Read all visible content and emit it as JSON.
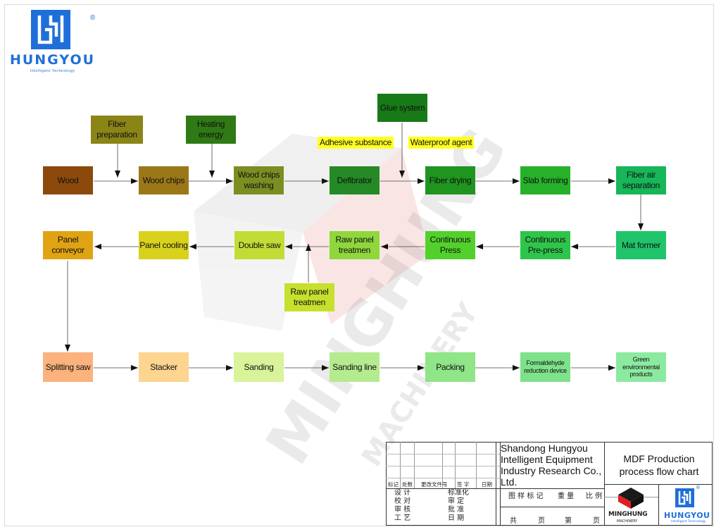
{
  "logo": {
    "word": "HUNGYOU",
    "tagline": "Intelligent Technology",
    "reg": "®"
  },
  "nodes": [
    {
      "id": "n-wood",
      "text": "Wood",
      "color": "#8B4A0C"
    },
    {
      "id": "n-fiber-prep",
      "text": "Fiber preparation",
      "color": "#8B8417"
    },
    {
      "id": "n-wood-chips",
      "text": "Wood chips",
      "color": "#9A7818"
    },
    {
      "id": "n-heating",
      "text": "Heating energy",
      "color": "#2F7A15"
    },
    {
      "id": "n-washing",
      "text": "Wood chips washing",
      "color": "#7A8E22"
    },
    {
      "id": "n-glue",
      "text": "Glue system",
      "color": "#177A17"
    },
    {
      "id": "n-adhesive",
      "text": "Adhesive substance",
      "color": "#ffff22"
    },
    {
      "id": "n-waterproof",
      "text": "Waterproof agent",
      "color": "#ffff22"
    },
    {
      "id": "n-defibrator",
      "text": "Defibrator",
      "color": "#258A25"
    },
    {
      "id": "n-fiber-drying",
      "text": "Fiber drying",
      "color": "#1F951F"
    },
    {
      "id": "n-slab",
      "text": "Slab forming",
      "color": "#27B02A"
    },
    {
      "id": "n-fiber-air",
      "text": "Fiber air separation",
      "color": "#17B659"
    },
    {
      "id": "n-mat-former",
      "text": "Mat former",
      "color": "#20C46A"
    },
    {
      "id": "n-cont-prepress",
      "text": "Continuous Pre-press",
      "color": "#2FC54A"
    },
    {
      "id": "n-cont-press",
      "text": "Continuous Press",
      "color": "#52D12C"
    },
    {
      "id": "n-raw-treat",
      "text": "Raw panel treatmen",
      "color": "#8FD73C"
    },
    {
      "id": "n-double-saw",
      "text": "Double saw",
      "color": "#C3DC35"
    },
    {
      "id": "n-raw-treat2",
      "text": "Raw panel treatmen",
      "color": "#C7E02E"
    },
    {
      "id": "n-panel-cooling",
      "text": "Panel cooling",
      "color": "#D9D21C"
    },
    {
      "id": "n-panel-conv",
      "text": "Panel conveyor",
      "color": "#E0A313"
    },
    {
      "id": "n-splitting",
      "text": "Splitting saw",
      "color": "#FBB27D"
    },
    {
      "id": "n-stacker",
      "text": "Stacker",
      "color": "#FDD490"
    },
    {
      "id": "n-sanding",
      "text": "Sanding",
      "color": "#D9F39A"
    },
    {
      "id": "n-sanding-line",
      "text": "Sanding line",
      "color": "#B5EB8F"
    },
    {
      "id": "n-packing",
      "text": "Packing",
      "color": "#8FE587"
    },
    {
      "id": "n-formaldehyde",
      "text": "Formaldehyde reduction device",
      "color": "#7EE28A"
    },
    {
      "id": "n-green",
      "text": "Green environmental products",
      "color": "#8CEAA0"
    }
  ],
  "title_block": {
    "company": "Shandong Hungyou Intelligent Equipment Industry Research Co., Ltd.",
    "title": "MDF Production process flow chart",
    "hdr_biaoji": "标记",
    "hdr_chushu": "处数",
    "hdr_gengai": "更改文件号",
    "hdr_qianzi": "签 字",
    "hdr_riqi": "日期",
    "r_sheji": "设 计",
    "r_jiaodui": "校 对",
    "r_shenhe": "审 核",
    "r_gongyi": "工 艺",
    "r_biaozhunhua": "标准化",
    "r_shending": "审 定",
    "r_pizhun": "批 准",
    "r_riqi2": "日 期",
    "tuyang": "图 样 标 记",
    "zhongliang": "重 量",
    "bili": "比 例",
    "gong": "共",
    "ye1": "页",
    "di": "第",
    "ye2": "页",
    "minghung": "MINGHUNG",
    "minghung_sub": "MACHINERY",
    "hungyou": "HUNGYOU",
    "hungyou_sub": "Intelligent Technology"
  },
  "watermark": {
    "text1": "MINGHUNG",
    "text2": "MACHINERY"
  }
}
